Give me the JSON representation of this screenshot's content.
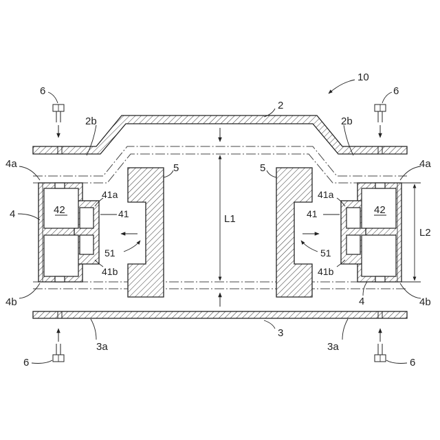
{
  "figure": {
    "assembly_ref": "10",
    "upper_plate": {
      "ref": "2",
      "flange_ref": "2b"
    },
    "lower_plate": {
      "ref": "3",
      "flange_ref": "3a"
    },
    "frame": {
      "ref": "4",
      "top_ref": "4a",
      "bottom_ref": "4b"
    },
    "frame_boss": {
      "ref": "41",
      "top_ref": "41a",
      "bottom_ref": "41b"
    },
    "frame_chamber_ref": "42",
    "block": {
      "ref": "5",
      "recess_ref": "51"
    },
    "bolt_ref": "6",
    "dimension_1": "L1",
    "dimension_2": "L2"
  }
}
